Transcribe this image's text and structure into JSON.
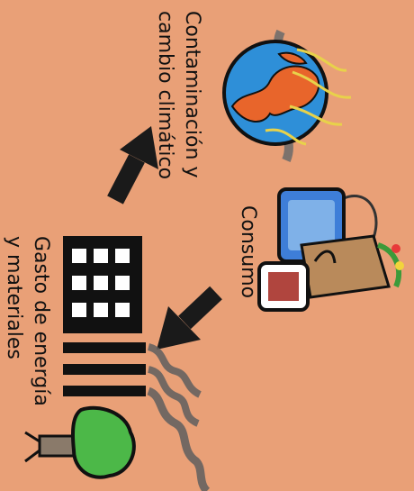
{
  "labels": {
    "contaminacion_line1": "Contaminación y",
    "contaminacion_line2": "cambio climático",
    "consumo": "Consumo",
    "gasto_line1": "Gasto de energía",
    "gasto_line2": "y materiales"
  },
  "colors": {
    "background": "#E9A077",
    "arrow": "#1A1A1A",
    "globe_ocean": "#2E8FD8",
    "globe_land": "#E8652B",
    "factory": "#111111",
    "smoke": "#5E5E5E",
    "tree_leaves": "#4CB848",
    "tablet": "#3E7ED8",
    "bag": "#B98A5B"
  },
  "icons": [
    "globe-pollution-icon",
    "shopping-consumption-icon",
    "factory-icon",
    "tree-icon",
    "smoke-icon"
  ]
}
